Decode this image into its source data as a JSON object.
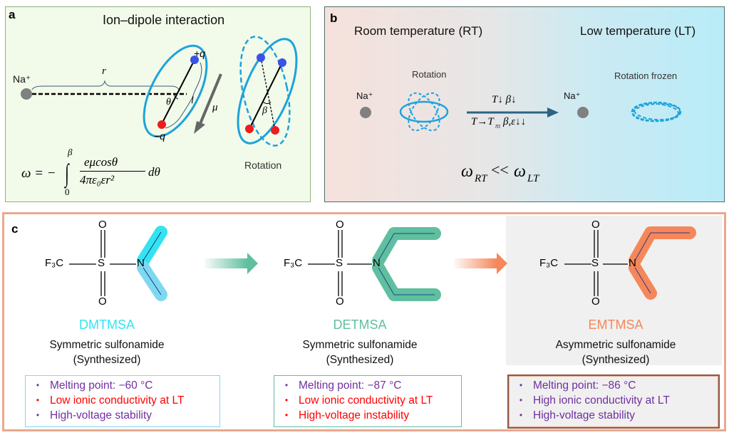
{
  "colors": {
    "dipole_blue": "#1ca3dc",
    "plus_charge": "#3a52e6",
    "minus_charge": "#ee1c1c",
    "ion_gray": "#808080",
    "dmtmsa": "#33e3f2",
    "detmsa": "#5fbf9e",
    "emtmsa": "#f5875a",
    "purple_text": "#7030a0",
    "red_text": "#ff0000"
  },
  "panel_a": {
    "label": "a",
    "title": "Ion–dipole interaction",
    "ion_label": "Na⁺",
    "r_label": "r",
    "theta_label": "θ",
    "l_label": "l",
    "plus_q": "+q",
    "minus_q": "−q",
    "mu_label": "μ",
    "beta_label": "β",
    "rotation_label": "Rotation",
    "equation": {
      "lhs": "ω = −",
      "upper_limit": "β",
      "lower_limit": "0",
      "numerator": "eμcosθ",
      "denominator": "4πε₀εr²",
      "differential": "dθ"
    }
  },
  "panel_b": {
    "label": "b",
    "left_title": "Room temperature (RT)",
    "right_title": "Low temperature (LT)",
    "ion_label": "Na⁺",
    "rotation_label": "Rotation",
    "frozen_label": "Rotation frozen",
    "arrow_top": "T↓ β↓",
    "arrow_bottom_left": "T→T",
    "arrow_bottom_sub": "m",
    "arrow_bottom_right": "β,ε↓↓",
    "relation": {
      "omega": "ω",
      "sub_rt": "RT",
      "op": "<<",
      "sub_lt": "LT"
    }
  },
  "panel_c": {
    "label": "c",
    "molecules": [
      {
        "name": "DMTMSA",
        "type": "Symmetric sulfonamide",
        "note": "(Synthesized)",
        "atoms": {
          "cf3": "F₃C",
          "s": "S",
          "n": "N",
          "o": "O"
        },
        "properties": [
          {
            "text": "Melting point: −60 °C",
            "tone": "good"
          },
          {
            "text": "Low ionic conductivity at LT",
            "tone": "bad"
          },
          {
            "text": "High-voltage stability",
            "tone": "good"
          }
        ]
      },
      {
        "name": "DETMSA",
        "type": "Symmetric sulfonamide",
        "note": "(Synthesized)",
        "atoms": {
          "cf3": "F₃C",
          "s": "S",
          "n": "N",
          "o": "O"
        },
        "properties": [
          {
            "text": "Melting point: −87 °C",
            "tone": "good"
          },
          {
            "text": "Low ionic conductivity at LT",
            "tone": "bad"
          },
          {
            "text": "High-voltage instability",
            "tone": "bad"
          }
        ]
      },
      {
        "name": "EMTMSA",
        "type": "Asymmetric sulfonamide",
        "note": "(Synthesized)",
        "atoms": {
          "cf3": "F₃C",
          "s": "S",
          "n": "N",
          "o": "O"
        },
        "properties": [
          {
            "text": "Melting point: −86 °C",
            "tone": "good"
          },
          {
            "text": "High ionic conductivity at LT",
            "tone": "good"
          },
          {
            "text": "High-voltage stability",
            "tone": "good"
          }
        ]
      }
    ],
    "bullet": "•"
  }
}
